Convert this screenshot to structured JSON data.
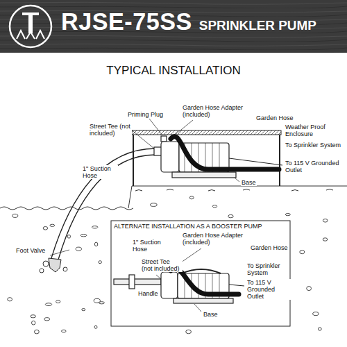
{
  "diagram": {
    "title": "TYPICAL INSTALLATION",
    "nodes": [
      {
        "text": [
          "RJSE-75SS",
          "SPRINKLER PUMP"
        ]
      },
      {
        "text": [
          "ALTERNATE INSTALLATION AS A BOOSTER PUMP"
        ]
      }
    ],
    "labels": [
      "Priming Plug",
      "Garden Hose Adapter (included)",
      "Garden Hose",
      "Street Tee (not included)",
      "Weather Proof Enclosure",
      "To Sprinkler System",
      "1\" Suction Hose",
      "To 115 V Grounded Outlet",
      "Base",
      "Foot Valve",
      "1\" Suction Hose",
      "Street Tee (not included)",
      "Garden Hose Adapter (included)",
      "Garden Hose",
      "Handle",
      "To Sprinkler System",
      "To 115 V Grounded Outlet",
      "Base"
    ]
  }
}
